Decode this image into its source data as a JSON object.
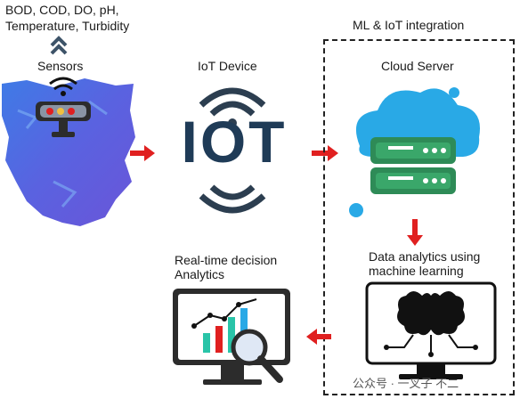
{
  "water_params": "BOD, COD, DO, pH, Temperature, Turbidity",
  "sensors_label": "Sensors",
  "iot_device_label": "IoT Device",
  "iot_text": "IOT",
  "ml_iot_label": "ML & IoT integration",
  "cloud_server_label": "Cloud Server",
  "data_analytics_label": "Data analytics using machine learning",
  "realtime_label": "Real-time decision Analytics",
  "watermark": "公众号 · 一叉子 不二",
  "colors": {
    "arrow_red": "#e02020",
    "iot_navy": "#1f3b57",
    "cloud_blue": "#29a9e6",
    "server_green": "#2e8b57",
    "water_blue": "#4a6fe0"
  }
}
